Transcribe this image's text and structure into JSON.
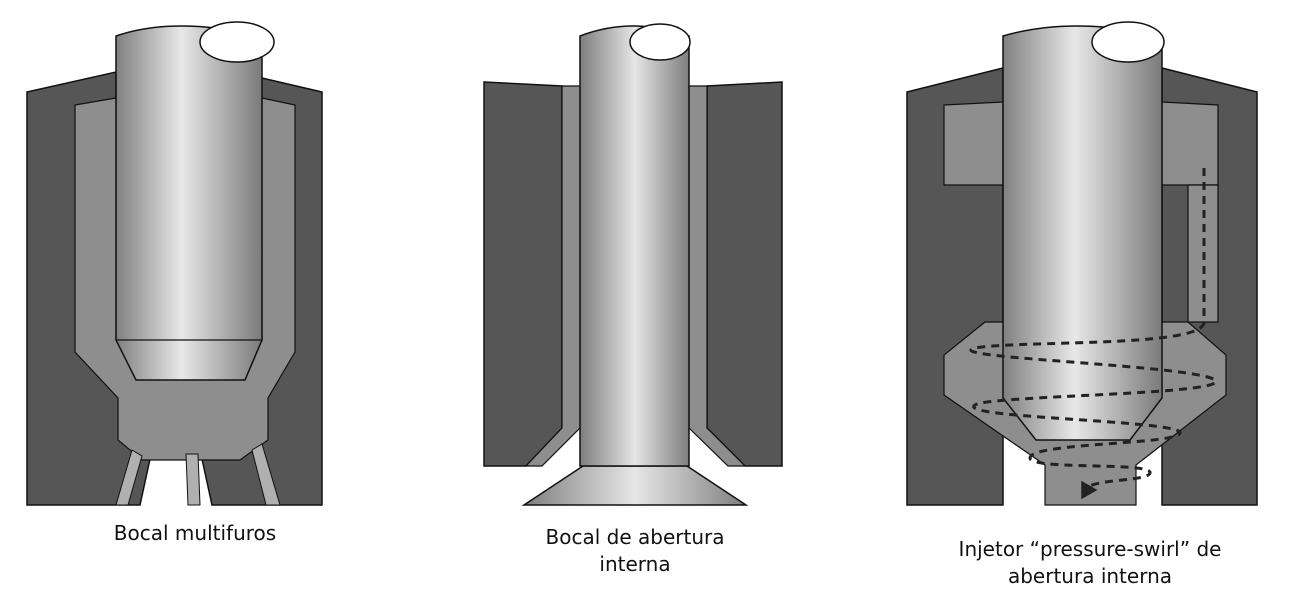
{
  "figures": [
    {
      "id": "multi-hole",
      "caption_lines": [
        "Bocal multifuros"
      ]
    },
    {
      "id": "pintle",
      "caption_lines": [
        "Bocal de abertura",
        "interna"
      ]
    },
    {
      "id": "pressure-swirl",
      "caption_lines": [
        "Injetor “pressure-swirl” de",
        "abertura interna"
      ]
    }
  ],
  "colors": {
    "body_dark": "#565656",
    "body_mid": "#8e8e8e",
    "needle_light": "#e2e2e2",
    "needle_dark": "#8a8a8a",
    "outline": "#111111",
    "flow_arrows": "#222222"
  }
}
